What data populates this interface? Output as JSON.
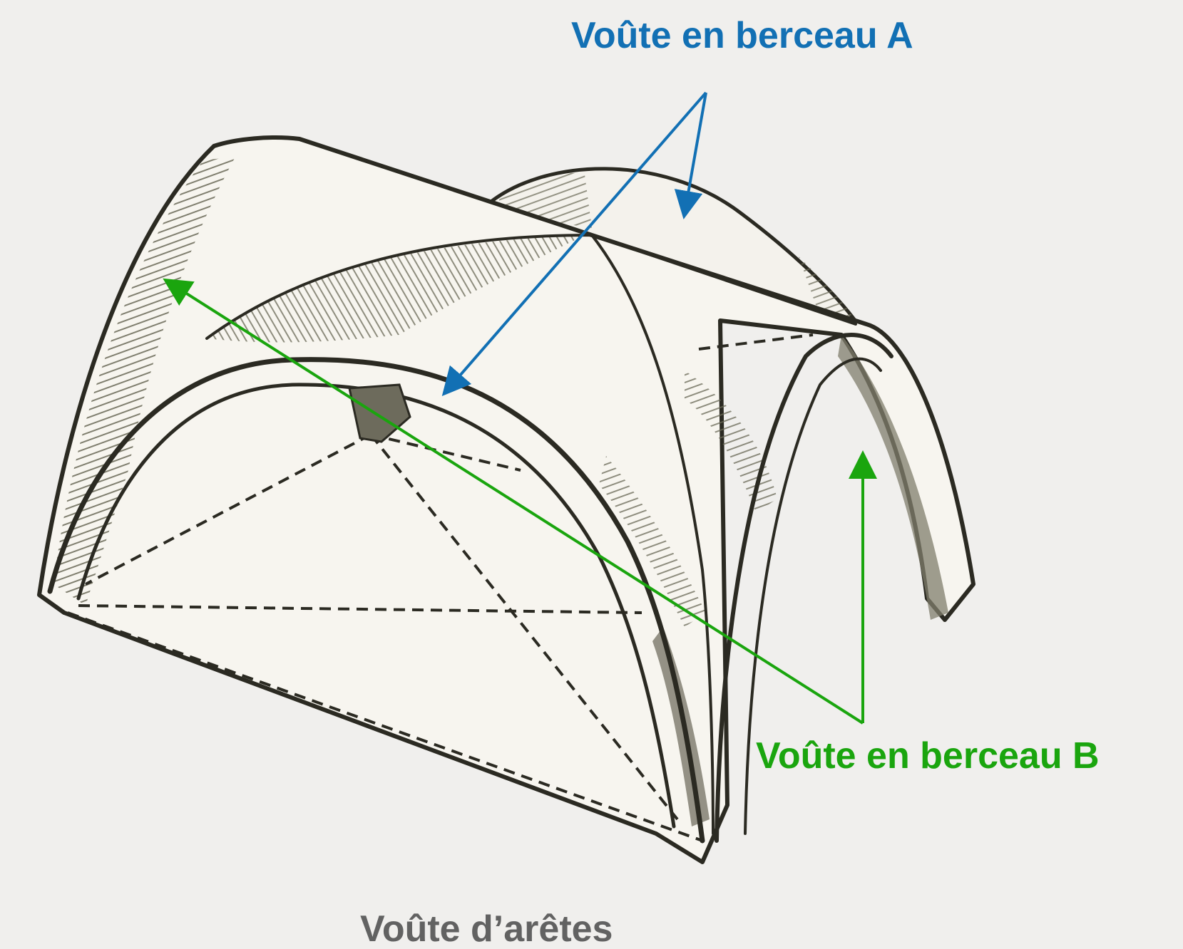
{
  "labels": {
    "vault_a": "Voûte en berceau A",
    "vault_b": "Voûte en berceau B",
    "groin_vault": "Voûte d’arêtes"
  },
  "colors": {
    "background": "#f0efed",
    "vault_a": "#1270b4",
    "vault_b": "#1aa50e",
    "groin_vault": "#626262",
    "ink": "#2b2a22"
  }
}
